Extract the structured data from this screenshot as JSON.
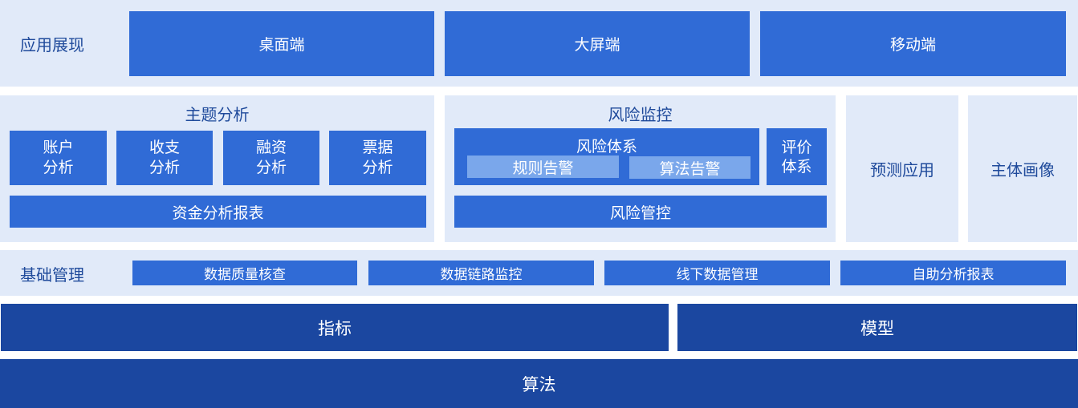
{
  "apps": {
    "label": "应用展现",
    "items": [
      "桌面端",
      "大屏端",
      "移动端"
    ]
  },
  "theme": {
    "title": "主题分析",
    "items": [
      "账户\n分析",
      "收支\n分析",
      "融资\n分析",
      "票据\n分析"
    ],
    "report": "资金分析报表"
  },
  "risk": {
    "title": "风险监控",
    "system": "风险体系",
    "rule_alert": "规则告警",
    "algo_alert": "算法告警",
    "evaluation": "评价\n体系",
    "control": "风险管控"
  },
  "forecast": "预测应用",
  "profile": "主体画像",
  "base": {
    "label": "基础管理",
    "items": [
      "数据质量核查",
      "数据链路监控",
      "线下数据管理",
      "自助分析报表"
    ]
  },
  "indicator": "指标",
  "model": "模型",
  "algorithm": "算法",
  "colors": {
    "panel": "#e1eaf9",
    "block": "#306bd6",
    "light": "#7aa7eb",
    "dark": "#1b47a0"
  }
}
